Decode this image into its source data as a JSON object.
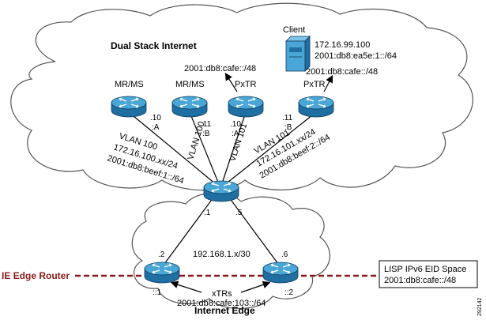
{
  "clouds": {
    "top_title": "Dual Stack Internet",
    "bottom_title": "Internet Edge"
  },
  "client": {
    "label": "Client",
    "ipv4": "172.16.99.100",
    "ipv6": "2001:db8:ea5e:1::/64"
  },
  "routers": {
    "mrms1": {
      "label": "MR/MS",
      "addr_v4": ".10",
      "addr_v6": ":A"
    },
    "mrms2": {
      "label": "MR/MS",
      "addr_v4": ".11",
      "addr_v6": ":B"
    },
    "pxtr1": {
      "label": "PxTR",
      "addr_v4": ".10",
      "addr_v6": ":A",
      "prefix": "2001:db8:cafe::/48"
    },
    "pxtr2": {
      "label": "PxTR",
      "addr_v4": ".11",
      "addr_v6": ":B",
      "prefix": "2001:db8:cafe::/48"
    },
    "core": {
      "addr_left": ".1",
      "addr_right": ".5"
    },
    "edge1": {
      "addr_v4": ".2",
      "addr_v6": "::1"
    },
    "edge2": {
      "addr_v4": ".6",
      "addr_v6": "::2"
    }
  },
  "links": {
    "vlan100_a": "VLAN 100",
    "vlan100_b": "VLAN 100",
    "vlan101_a": "VLAN 101",
    "vlan101_b": "VLAN 101",
    "vlan100_info": {
      "ipv4": "172.16.100.xx/24",
      "ipv6": "2001:db8:beef:1::/64"
    },
    "vlan101_info": {
      "ipv4": "172.16.101.xx/24",
      "ipv6": "2001:db8:beef:2::/64"
    },
    "edge_subnet": "192.168.1.x/30",
    "xtrs_label": "xTRs",
    "edge_v6": "2001:db8:cafe:103::/64"
  },
  "edge_line": {
    "label": "IE Edge Router"
  },
  "eid_box": {
    "line1": "LISP IPv6 EID Space",
    "line2": "2001:db8:cafe::/48"
  },
  "figure_id": "292142",
  "colors": {
    "router_top": "#4aa6d6",
    "router_side": "#1f6fa3",
    "edge_line": "#8b1a1a",
    "cloud_stroke": "#555555"
  }
}
